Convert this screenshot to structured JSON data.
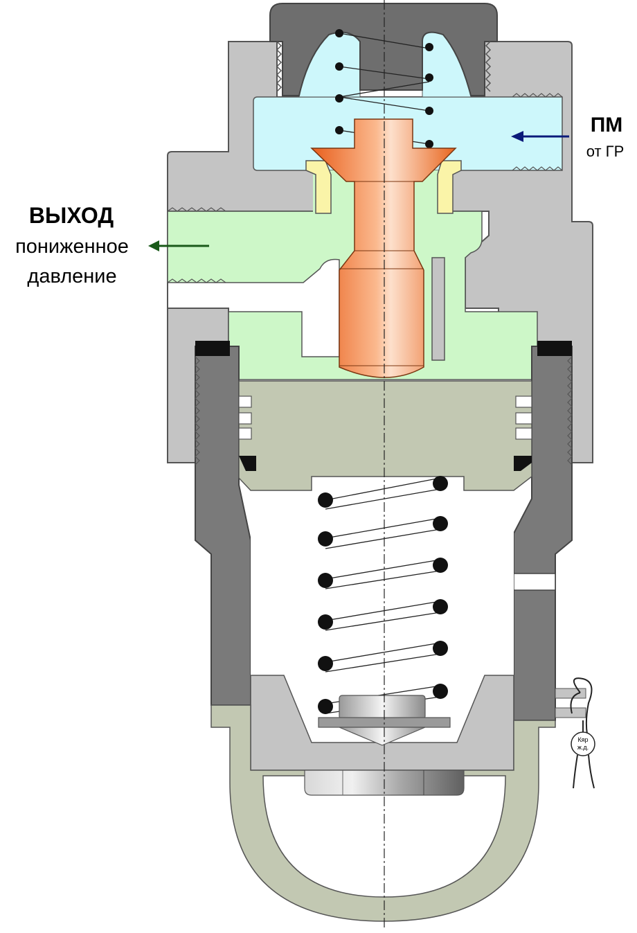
{
  "labels": {
    "inlet_title": "ПМ",
    "inlet_sub": "от ГР",
    "outlet_title": "ВЫХОД",
    "outlet_line1": "пониженное",
    "outlet_line2": "давление",
    "seal_line1": "Кяр",
    "seal_line2": "ж.д."
  },
  "colors": {
    "body_gray": "#c4c4c4",
    "dark_gray": "#7a7a7a",
    "cap_gray": "#6e6e6e",
    "inlet_chamber": "#cdf7fb",
    "outlet_chamber": "#cdf7c8",
    "piston": "#c2c8b2",
    "valve_orange": "#f47c38",
    "seat_yellow": "#faf4a8",
    "inlet_arrow": "#0a1a7a",
    "outlet_arrow": "#1a5a1a"
  }
}
